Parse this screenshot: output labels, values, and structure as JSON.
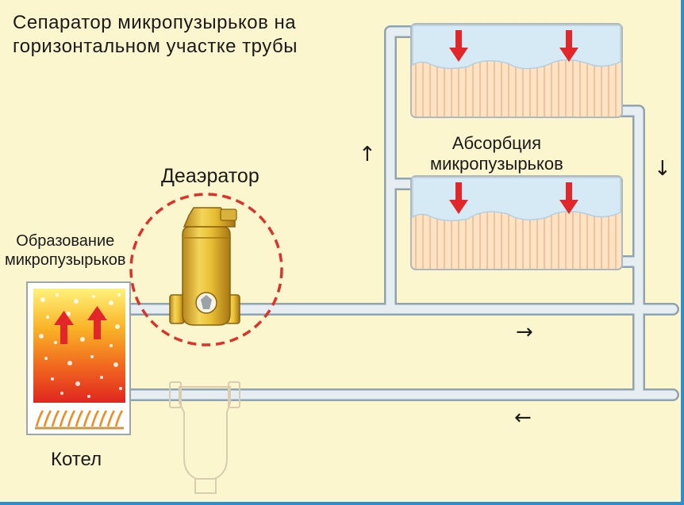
{
  "title": {
    "line1": "Сепаратор микропузырьков на",
    "line2": "горизонтальном участке трубы"
  },
  "labels": {
    "deaerator": "Деаэратор",
    "formation_line1": "Образование",
    "formation_line2": "микропузырьков",
    "absorption_line1": "Абсорбция",
    "absorption_line2": "микропузырьков",
    "boiler": "Котел"
  },
  "flow_arrows": {
    "supply_up": "↑",
    "return_down": "↓",
    "supply_right": "→",
    "return_left": "←"
  },
  "colors": {
    "background": "#fcf6cf",
    "pipe": "#dfe9ef",
    "pipe_outline": "#9fb3bf",
    "deaerator_body": "#e8c23a",
    "dashed_circle": "#d9332b",
    "hot_arrow": "#e3262a",
    "border_accent": "#2e8fd0"
  }
}
